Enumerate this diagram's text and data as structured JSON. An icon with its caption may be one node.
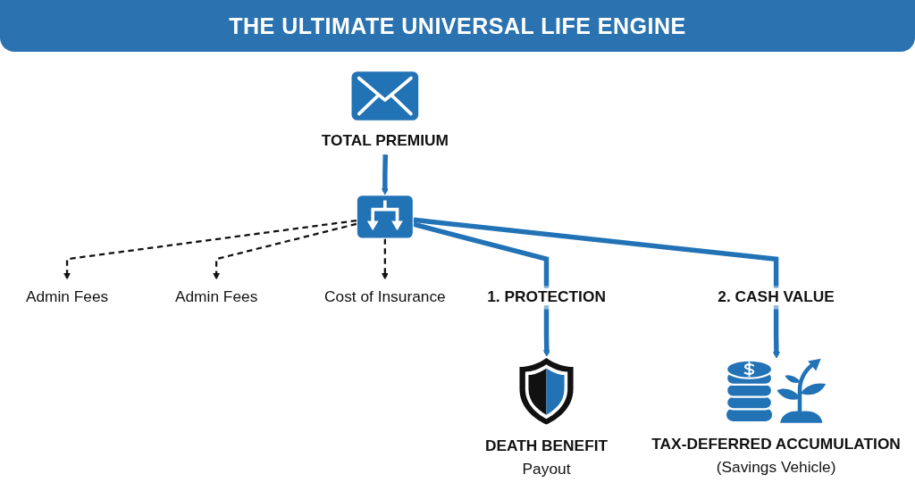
{
  "diagram": {
    "title": "THE ULTIMATE UNIVERSAL LIFE ENGINE",
    "nodes": [
      {
        "text": [
          "TOTAL PREMIUM"
        ]
      },
      {
        "text": [],
        "shape": "box"
      },
      {
        "text": [
          "Admin Fees"
        ]
      },
      {
        "text": [
          "Admin Fees"
        ]
      },
      {
        "text": [
          "Cost of Insurance"
        ]
      },
      {
        "text": [
          "DEATH BENEFIT",
          "Payout"
        ]
      },
      {
        "text": [
          "TAX-DEFERRED ACCUMULATION",
          "(Savings Vehicle)"
        ]
      }
    ],
    "edges": [
      {
        "from": 0,
        "to": 1,
        "arrow": "to",
        "style": "thick"
      },
      {
        "from": 1,
        "to": 2,
        "arrow": "to",
        "style": "dashed",
        "color": "#111111"
      },
      {
        "from": 1,
        "to": 3,
        "arrow": "to",
        "style": "dashed",
        "color": "#111111"
      },
      {
        "from": 1,
        "to": 4,
        "arrow": "to",
        "style": "dashed",
        "color": "#111111"
      },
      {
        "from": 1,
        "to": 5,
        "arrow": "to",
        "label": "1. PROTECTION",
        "style": "thick"
      },
      {
        "from": 1,
        "to": 6,
        "arrow": "to",
        "label": "2. CASH VALUE",
        "style": "thick"
      }
    ]
  }
}
